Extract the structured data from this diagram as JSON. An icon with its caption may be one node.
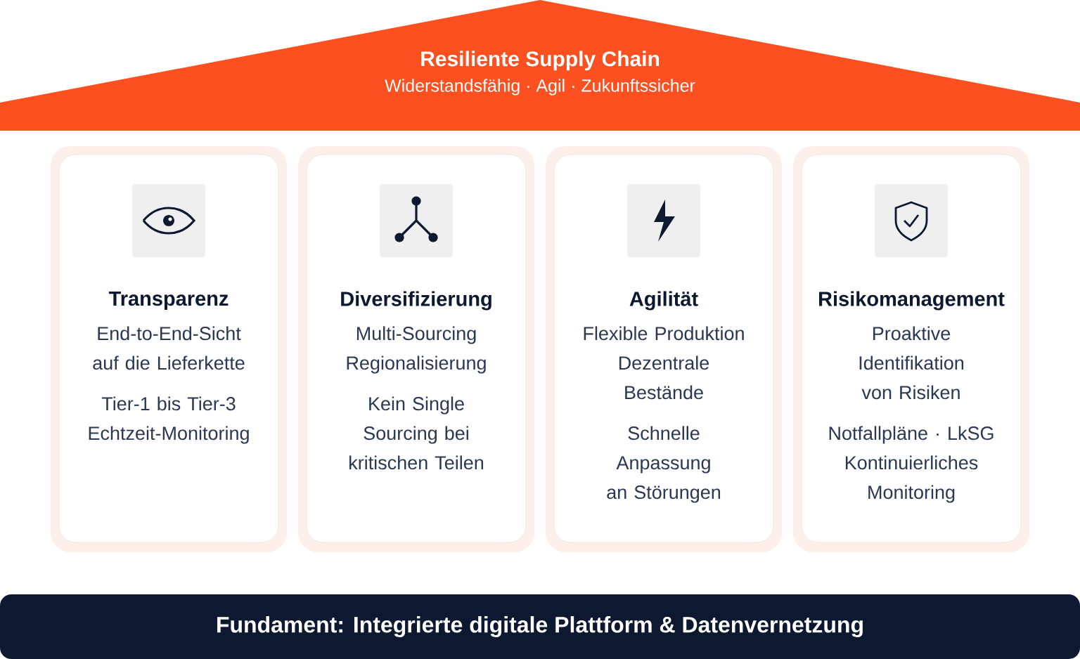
{
  "diagram": {
    "nodes": [
      {
        "text": [
          "Resiliente Supply Chain",
          "Widerstandsfähig · Agil · Zukunftssicher"
        ]
      },
      {
        "text": [
          "Transparenz",
          "End-to-End-Sicht auf die Lieferkette",
          "Tier-1 bis Tier-3 Echtzeit-Monitoring"
        ]
      },
      {
        "text": [
          "Diversifizierung",
          "Multi-Sourcing Regionalisierung",
          "Kein Single Sourcing bei kritischen Teilen"
        ]
      },
      {
        "text": [
          "Agilität",
          "Flexible Produktion Dezentrale Bestände",
          "Schnelle Anpassung an Störungen"
        ]
      },
      {
        "text": [
          "Risikomanagement",
          "Proaktive Identifikation von Risiken",
          "Notfallpläne · LkSG Kontinuierliches Monitoring"
        ]
      },
      {
        "text": [
          "Fundament: Integrierte digitale Plattform & Datenvernetzung"
        ]
      }
    ]
  }
}
